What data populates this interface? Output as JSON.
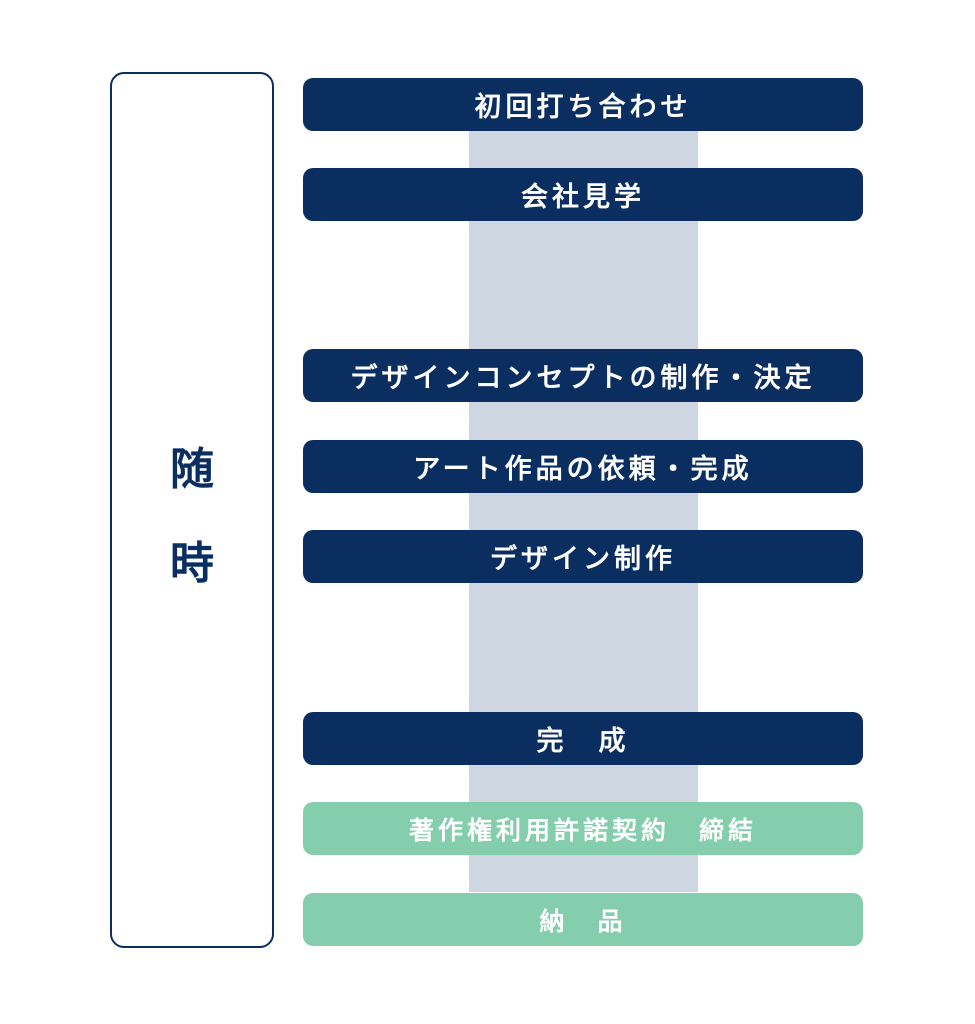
{
  "side": {
    "char1": "随",
    "char2": "時"
  },
  "steps": [
    {
      "label": "初回打ち合わせ",
      "type": "navy"
    },
    {
      "label": "会社見学",
      "type": "navy"
    },
    {
      "label": "デザインコンセプトの制作・決定",
      "type": "navy"
    },
    {
      "label": "アート作品の依頼・完成",
      "type": "navy"
    },
    {
      "label": "デザイン制作",
      "type": "navy"
    },
    {
      "label": "完　成",
      "type": "navy"
    },
    {
      "label": "著作権利用許諾契約　締結",
      "type": "green"
    },
    {
      "label": "納　品",
      "type": "green"
    }
  ],
  "colors": {
    "navy": "#0b2e61",
    "green": "#84cead",
    "connector": "#cdd6e1"
  }
}
